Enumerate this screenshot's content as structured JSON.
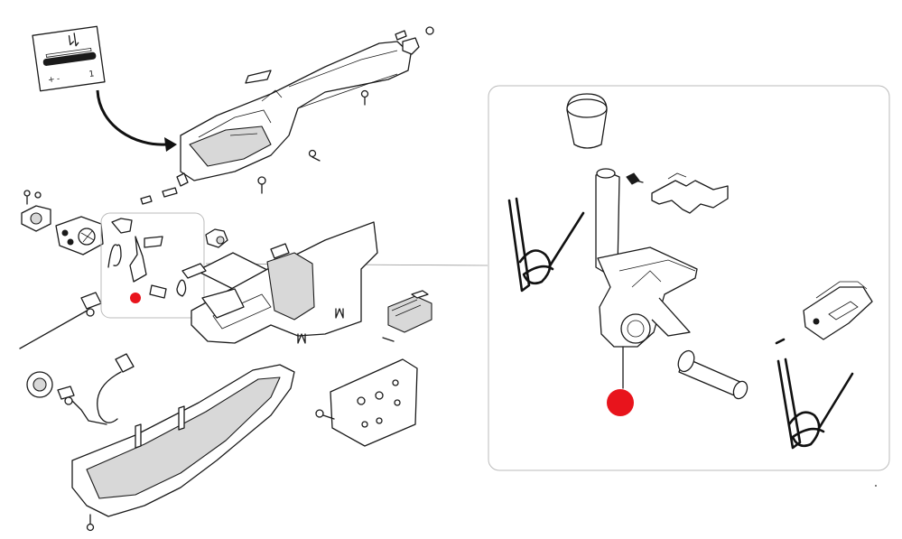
{
  "diagram": {
    "highlight_color": "#e8141c",
    "line_color": "#1a1a1a",
    "frame_color": "#bbbbbb",
    "inset_panel": {
      "icons": [
        "chain-lever-icon",
        "throttle-slider-icon"
      ],
      "marks": [
        "+",
        "-",
        "1"
      ]
    },
    "callouts": [
      {
        "name": "small-zoom-frame",
        "marker": "red-dot"
      },
      {
        "name": "large-detail-frame",
        "marker": "red-dot"
      }
    ]
  }
}
